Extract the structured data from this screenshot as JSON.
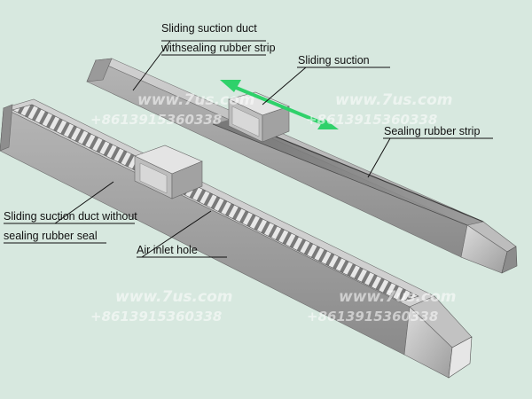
{
  "labels": {
    "top_duct_line1": "Sliding suction duct",
    "top_duct_line2": "withsealing rubber strip",
    "sliding_suction": "Sliding suction",
    "sealing_strip": "Sealing rubber strip",
    "bottom_duct_line1": "Sliding suction duct without",
    "bottom_duct_line2": "sealing rubber seal",
    "air_inlet": "Air inlet hole"
  },
  "watermark": {
    "site": "www.7us.com",
    "phone": "+8613915360338"
  },
  "colors": {
    "background": "#d7e8df",
    "arrow": "#2fd16a",
    "metal_light": "#c6c6c6",
    "metal_mid": "#9c9c9c",
    "metal_dark": "#6c6c6c"
  },
  "icons": {
    "direction_arrow": "double-headed-arrow"
  }
}
